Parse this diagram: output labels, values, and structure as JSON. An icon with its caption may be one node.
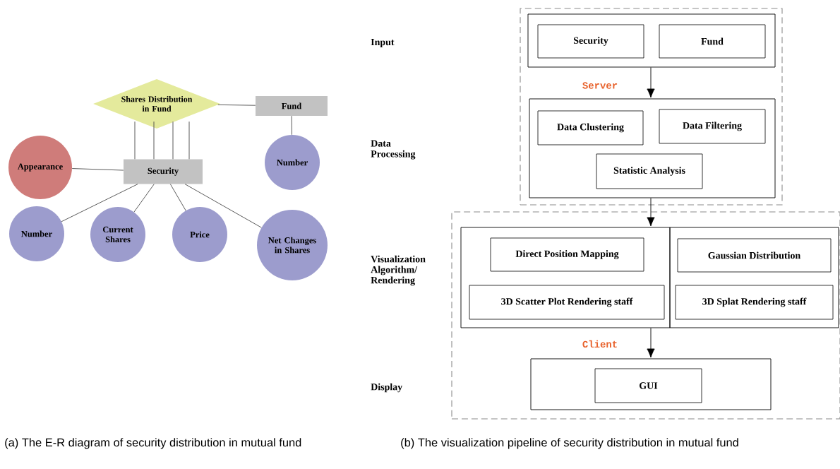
{
  "diagram": {
    "nodes": [
      {
        "text": [
          "Shares Distribution in Fund"
        ]
      },
      {
        "text": [
          "Fund"
        ]
      },
      {
        "text": [
          "Appearance"
        ]
      },
      {
        "text": [
          "Security"
        ]
      },
      {
        "text": [
          "Number"
        ]
      },
      {
        "text": [
          "Number"
        ]
      },
      {
        "text": [
          "Current Shares"
        ]
      },
      {
        "text": [
          "Price"
        ]
      },
      {
        "text": [
          "Net Changes in Shares"
        ]
      },
      {
        "text": [],
        "shape": "box"
      },
      {
        "text": [],
        "shape": "box",
        "in": 9
      },
      {
        "text": [
          "Security"
        ],
        "in": 10
      },
      {
        "text": [
          "Fund"
        ],
        "in": 10
      },
      {
        "text": [],
        "shape": "box",
        "in": 9
      },
      {
        "text": [
          "Data Clustering"
        ],
        "in": 13
      },
      {
        "text": [
          "Data Filtering"
        ],
        "in": 13
      },
      {
        "text": [
          "Statistic Analysis"
        ],
        "in": 13
      },
      {
        "text": [],
        "shape": "box"
      },
      {
        "text": [],
        "shape": "box",
        "in": 17
      },
      {
        "text": [
          "Direct Position Mapping"
        ],
        "in": 18
      },
      {
        "text": [
          "3D Scatter Plot Rendering staff"
        ],
        "in": 18
      },
      {
        "text": [],
        "shape": "box",
        "in": 17
      },
      {
        "text": [
          "Gaussian Distribution"
        ],
        "in": 21
      },
      {
        "text": [
          "3D Splat Rendering staff"
        ],
        "in": 21
      },
      {
        "text": [],
        "shape": "box",
        "in": 17
      },
      {
        "text": [
          "GUI"
        ],
        "in": 24
      }
    ],
    "edges": [
      {
        "from": 0,
        "to": 1,
        "arrow": "none"
      },
      {
        "from": 1,
        "to": 4,
        "arrow": "none"
      },
      {
        "from": 0,
        "to": 3,
        "arrow": "none"
      },
      {
        "from": 0,
        "to": 3,
        "arrow": "none"
      },
      {
        "from": 0,
        "to": 3,
        "arrow": "none"
      },
      {
        "from": 0,
        "to": 3,
        "arrow": "none"
      },
      {
        "from": 2,
        "to": 3,
        "arrow": "none"
      },
      {
        "from": 3,
        "to": 5,
        "arrow": "none"
      },
      {
        "from": 3,
        "to": 6,
        "arrow": "none"
      },
      {
        "from": 3,
        "to": 7,
        "arrow": "none"
      },
      {
        "from": 3,
        "to": 8,
        "arrow": "none"
      },
      {
        "from": 10,
        "to": 13,
        "arrow": "to",
        "label": "Server"
      },
      {
        "from": 13,
        "to": 18,
        "arrow": "to"
      },
      {
        "from": 18,
        "to": 24,
        "arrow": "to",
        "label": "Client"
      }
    ],
    "labels": [
      "Input",
      "Data Processing",
      "Visualization Algorithm/ Rendering",
      "Display",
      "(a) The E-R diagram of security distribution in mutual fund",
      "(b) The visualization pipeline of security distribution in mutual fund"
    ]
  }
}
